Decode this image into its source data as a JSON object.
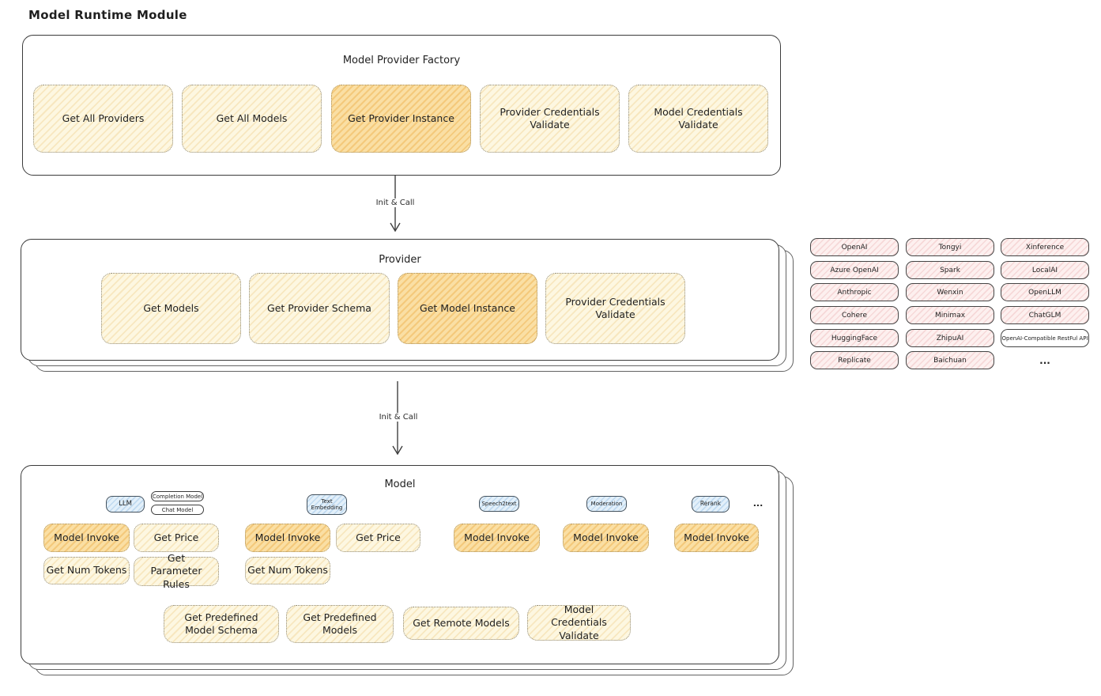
{
  "page_title": "Model Runtime Module",
  "arrow_label": "Init & Call",
  "factory": {
    "title": "Model Provider Factory",
    "items": [
      "Get All Providers",
      "Get All Models",
      "Get Provider Instance",
      "Provider Credentials Validate",
      "Model Credentials Validate"
    ]
  },
  "provider": {
    "title": "Provider",
    "items": [
      "Get Models",
      "Get Provider Schema",
      "Get Model Instance",
      "Provider Credentials Validate"
    ]
  },
  "providers_grid": {
    "rows": [
      [
        "OpenAI",
        "Tongyi",
        "Xinference"
      ],
      [
        "Azure OpenAI",
        "Spark",
        "LocalAI"
      ],
      [
        "Anthropic",
        "Wenxin",
        "OpenLLM"
      ],
      [
        "Cohere",
        "Minimax",
        "ChatGLM"
      ],
      [
        "HuggingFace",
        "ZhipuAI",
        "OpenAI-Compatible RestFul API"
      ],
      [
        "Replicate",
        "Baichuan",
        "..."
      ]
    ]
  },
  "model": {
    "title": "Model",
    "tabs": {
      "llm": "LLM",
      "completion_model": "Completion Model",
      "chat_model": "Chat Model",
      "text_embedding": "Text Embedding",
      "speech2text": "Speech2text",
      "moderation": "Moderation",
      "rerank": "Rerank",
      "more": "..."
    },
    "buttons": {
      "model_invoke": "Model Invoke",
      "get_price": "Get Price",
      "get_num_tokens": "Get Num Tokens",
      "get_parameter_rules": "Get Parameter Rules",
      "get_predefined_model_schema": "Get Predefined Model Schema",
      "get_predefined_models": "Get Predefined Models",
      "get_remote_models": "Get Remote Models",
      "model_credentials_validate": "Model Credentials Validate"
    }
  }
}
